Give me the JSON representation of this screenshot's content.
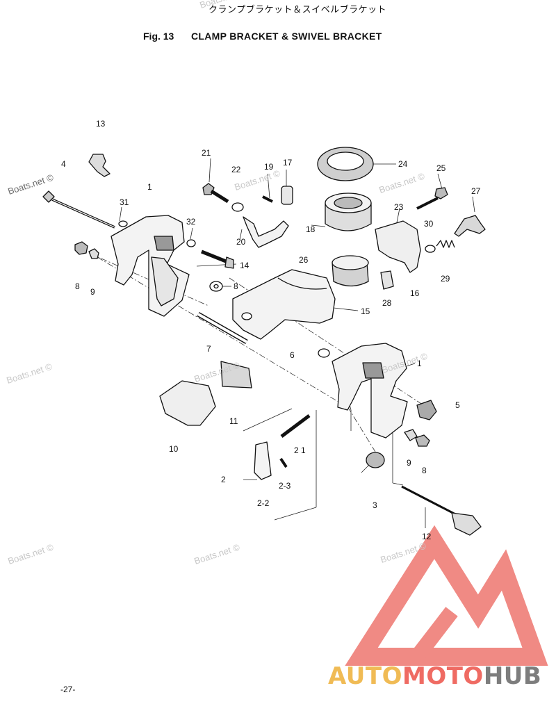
{
  "header": {
    "title_jp": "クランプブラケット＆スイベルブラケット",
    "fig_label": "Fig. 13",
    "title_en": "CLAMP BRACKET & SWIVEL BRACKET"
  },
  "diagram": {
    "callouts": {
      "c13": "13",
      "c4": "4",
      "c1a": "1",
      "c31": "31",
      "c8a": "8",
      "c9a": "9",
      "c21": "21",
      "c22": "22",
      "c19": "19",
      "c17": "17",
      "c32": "32",
      "c20": "20",
      "c14": "14",
      "c8b": "8",
      "c24": "24",
      "c25": "25",
      "c27": "27",
      "c23": "23",
      "c18": "18",
      "c30": "30",
      "c26": "26",
      "c29": "29",
      "c16": "16",
      "c28": "28",
      "c15": "15",
      "c7": "7",
      "c6": "6",
      "c1b": "1",
      "c5": "5",
      "c11": "11",
      "c10": "10",
      "c2_1": "2 1",
      "c9b": "9",
      "c8c": "8",
      "c2": "2",
      "c2_3": "2-3",
      "c2_2": "2-2",
      "c3": "3",
      "c12": "12"
    }
  },
  "watermark": {
    "text": "Boats.net ©"
  },
  "footer": {
    "page_number": "-27-"
  },
  "logo": {
    "part1": "AUTO",
    "part2": "MOTO",
    "part3": "HUB",
    "colors": {
      "auto": "#f0bb55",
      "moto": "#ef6b63",
      "hub": "#7d7d7d",
      "triangle": "#f08a84"
    }
  }
}
